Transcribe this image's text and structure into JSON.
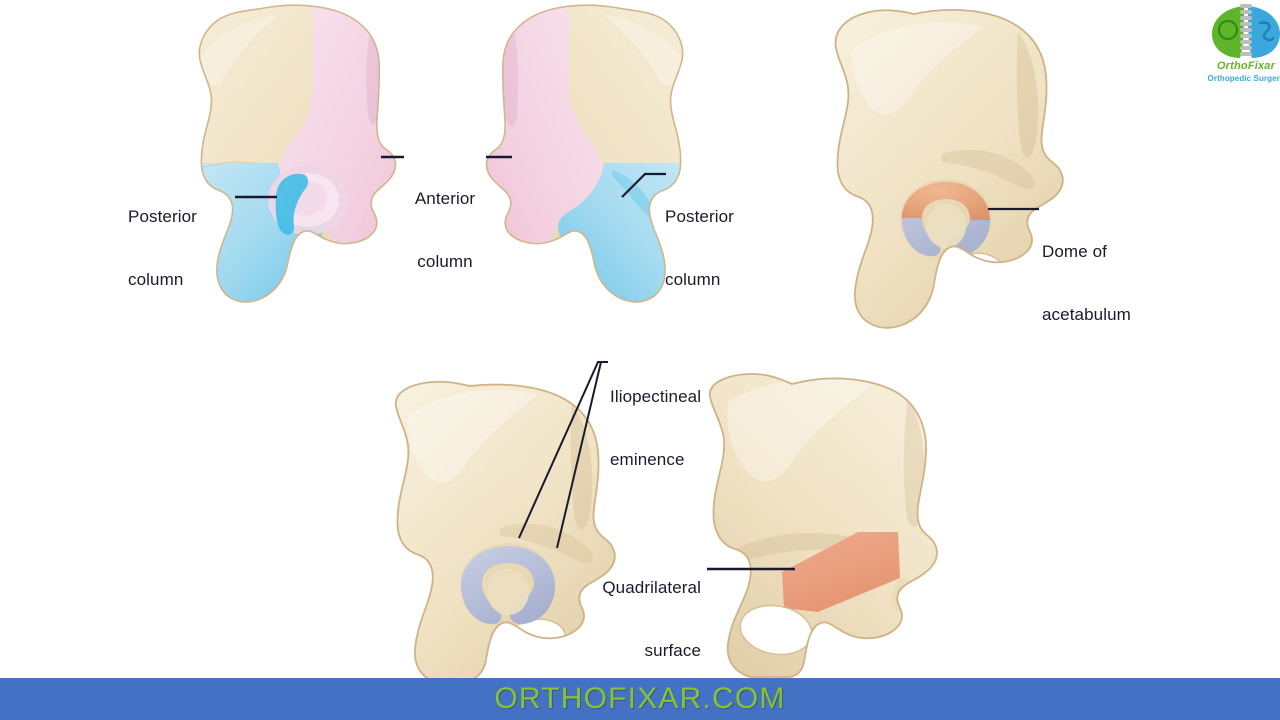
{
  "page": {
    "title": "Acetabulum columns and surfaces anatomy plate",
    "background": "#ffffff"
  },
  "banner": {
    "text": "ORTHOFIXAR.COM",
    "background_color": "#4371c4",
    "text_color": "#86c232"
  },
  "logo": {
    "name": "OrthoFixar",
    "subtitle": "Orthopedic Surgery",
    "leaf_green": "#5fb52a",
    "leaf_blue": "#3aa8dc",
    "name_color": "#64b42d",
    "subtitle_color": "#3aa8dc"
  },
  "palette": {
    "bone": "#f2e3c4",
    "bone_shadow": "#ddc69c",
    "bone_light": "#f8efd9",
    "anterior_column_pink": "#f4d2e1",
    "anterior_column_pink_edge": "#e9a8c6",
    "posterior_column_blue": "#aadcf0",
    "posterior_column_blue_edge": "#45b9e4",
    "acetabular_dome_orange": "#e3a178",
    "acetabulum_lavender": "#b5bdd8",
    "quadrilateral_surface_salmon": "#eda384",
    "label_text": "#1a1a2e",
    "leader_line": "#1a1a2e"
  },
  "figures": [
    {
      "id": "fig-top-left",
      "name": "hemipelvis-lateral-columns",
      "view": "lateral",
      "regions": [
        "anterior column (pink)",
        "posterior column (blue)",
        "bone (cream)"
      ]
    },
    {
      "id": "fig-top-mid",
      "name": "hemipelvis-medial-columns",
      "view": "medial",
      "regions": [
        "anterior column (pink)",
        "posterior column (blue)",
        "bone (cream)"
      ]
    },
    {
      "id": "fig-top-right",
      "name": "hemipelvis-acetabular-dome",
      "view": "lateral",
      "regions": [
        "dome of acetabulum (orange)",
        "acetabulum (lavender)"
      ]
    },
    {
      "id": "fig-bottom-left",
      "name": "hemipelvis-iliopectineal-eminence",
      "view": "lateral",
      "regions": [
        "acetabulum (lavender)"
      ]
    },
    {
      "id": "fig-bottom-right",
      "name": "hemipelvis-quadrilateral-surface",
      "view": "medial",
      "regions": [
        "quadrilateral surface (salmon)"
      ]
    }
  ],
  "labels": [
    {
      "id": "posterior-column-left",
      "line1": "Posterior",
      "line2": "column",
      "align": "left",
      "leader": "horizontal-right-from-second-line"
    },
    {
      "id": "anterior-column",
      "line1": "Anterior",
      "line2": "column",
      "align": "center",
      "leader": "horizontal-both-sides-of-first-line"
    },
    {
      "id": "posterior-column-right",
      "line1": "Posterior",
      "line2": "column",
      "align": "left",
      "leader": "diagonal-down-left-from-first-line"
    },
    {
      "id": "dome-of-acetabulum",
      "line1": "Dome of",
      "line2": "acetabulum",
      "align": "left",
      "leader": "horizontal-left-from-first-line"
    },
    {
      "id": "iliopectineal-eminence",
      "line1": "Iliopectineal",
      "line2": "eminence",
      "align": "left",
      "leader": "two-diagonal-lines-down-left"
    },
    {
      "id": "quadrilateral-surface",
      "line1": "Quadrilateral",
      "line2": "surface",
      "align": "right",
      "leader": "horizontal-right-from-second-line"
    }
  ]
}
